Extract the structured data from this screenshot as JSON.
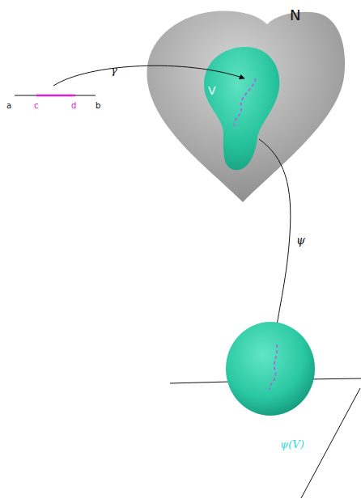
{
  "diagram": {
    "labels": [
      "N",
      "γ",
      "V",
      "ψ",
      "ψ(V)",
      "a",
      "c",
      "d",
      "b"
    ]
  }
}
